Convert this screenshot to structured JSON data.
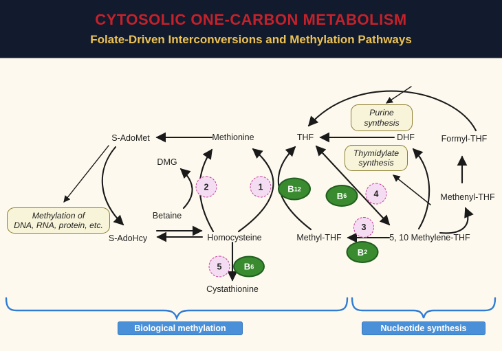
{
  "header": {
    "title": "CYTOSOLIC ONE-CARBON METABOLISM",
    "subtitle": "Folate-Driven Interconversions and Methylation Pathways"
  },
  "diagram": {
    "nodes": {
      "s_adomet": "S-AdoMet",
      "methionine": "Methionine",
      "thf": "THF",
      "dhf": "DHF",
      "formyl_thf": "Formyl-THF",
      "dmg": "DMG",
      "betaine": "Betaine",
      "s_adohcy": "S-AdoHcy",
      "homocysteine": "Homocysteine",
      "methyl_thf": "Methyl-THF",
      "methylene_thf": "5, 10 Methylene-THF",
      "methenyl_thf": "Methenyl-THF",
      "cystathionine": "Cystathionine"
    },
    "process_boxes": {
      "methylation": {
        "line1": "Methylation of",
        "line2": "DNA, RNA, protein, etc."
      },
      "purine": {
        "line1": "Purine",
        "line2": "synthesis"
      },
      "thymidylate": {
        "line1": "Thymidylate",
        "line2": "synthesis"
      }
    },
    "vitamins": {
      "b12": {
        "base": "B",
        "sub": "12"
      },
      "b6_folate": {
        "base": "B",
        "sub": "6"
      },
      "b2": {
        "base": "B",
        "sub": "2"
      },
      "b6_cbs": {
        "base": "B",
        "sub": "6"
      }
    },
    "steps": {
      "s1": "1",
      "s2": "2",
      "s3": "3",
      "s4": "4",
      "s5": "5"
    },
    "colors": {
      "header_bg": "#111b2d",
      "title_red": "#c5212b",
      "subtitle_gold": "#eec253",
      "body_cream": "#fdf9ee",
      "vitamin_green": "#3a8a30",
      "step_fill_pink": "#f4dcf2",
      "step_border_magenta": "#c23a96",
      "process_box_fill": "#f8f4d9",
      "process_box_border": "#8e7d2e",
      "legend_blue": "#4a90d8",
      "brace_blue": "#2e7cd6",
      "arrow_dark": "#1a1a1a"
    }
  },
  "legend": {
    "biological_methylation": "Biological methylation",
    "nucleotide_synthesis": "Nucleotide synthesis"
  }
}
